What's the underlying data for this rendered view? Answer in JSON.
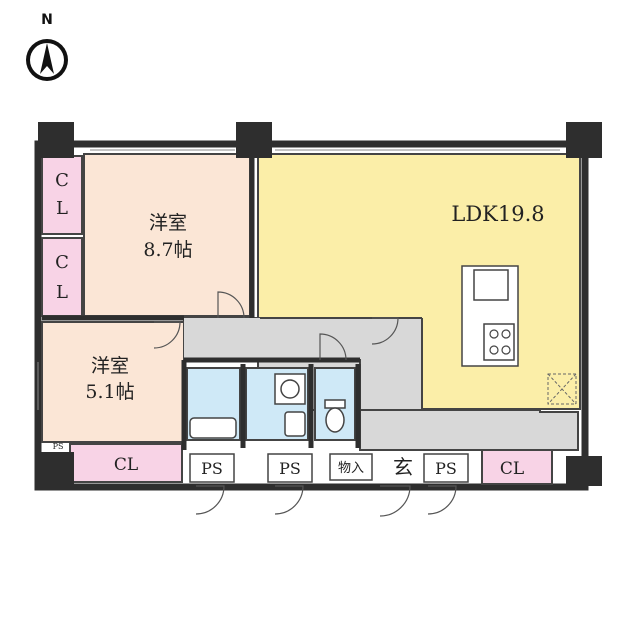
{
  "compass": {
    "north_label": "N"
  },
  "rooms": {
    "ldk": {
      "name": "LDK19.8"
    },
    "western_large": {
      "name": "洋室",
      "size": "8.7帖"
    },
    "western_small": {
      "name": "洋室",
      "size": "5.1帖"
    }
  },
  "storage": {
    "closet_top": "CL",
    "closet_middle": "CL",
    "closet_bottom_left": "CL",
    "closet_bottom_right": "CL",
    "ps_small": "PS",
    "ps_1": "PS",
    "ps_2": "PS",
    "ps_3": "PS",
    "storeroom": "物入",
    "entrance": "玄"
  },
  "colors": {
    "ldk_fill": "#fbeea8",
    "western_fill": "#fbe6d6",
    "closet_fill": "#f8d3e6",
    "wet_fill": "#cfe9f7",
    "hall_fill": "#d8d8d8",
    "wall": "#2e2e2e"
  }
}
